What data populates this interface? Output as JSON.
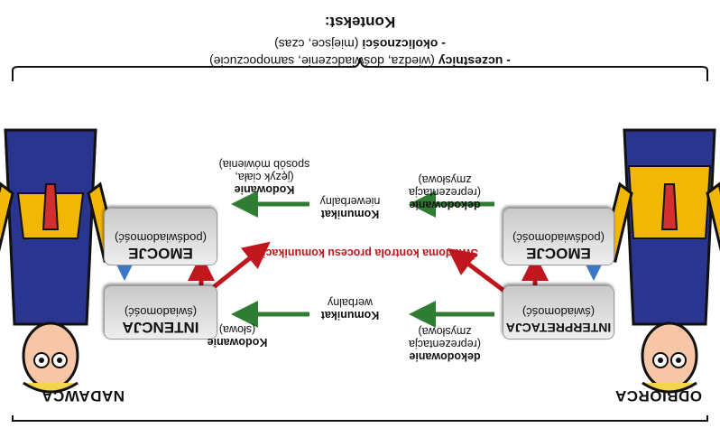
{
  "context": {
    "title": "Kontekst:",
    "circumstances_bold": "- okoliczności",
    "circumstances_rest": " (miejsce, czas)",
    "participants_bold": "- uczestnicy",
    "participants_rest": " (wiedza, doświadczenie, samopoczucie)"
  },
  "sender": {
    "label": "NADAWCA"
  },
  "receiver": {
    "label": "ODBIORCA"
  },
  "boxes": {
    "sender_emotions": {
      "title": "EMOCJE",
      "sub": "(podświadomość)"
    },
    "sender_intention": {
      "title": "INTENCJA",
      "sub": "(świadomość)"
    },
    "receiver_emotions": {
      "title": "EMOCJE",
      "sub": "(podświadomość)"
    },
    "receiver_interpretation": {
      "title": "INTERPRETACJA",
      "sub": "(świadomość)"
    }
  },
  "labels": {
    "enc_top_1": "Kodowanie",
    "enc_top_2": "(język ciała,",
    "enc_top_3": "sposób mówienia)",
    "enc_bottom_1": "Kodowanie",
    "enc_bottom_2": "(słowa)",
    "msg_top_1": "Komunikat",
    "msg_top_2": "niewerbalny",
    "msg_bottom_1": "Komunikat",
    "msg_bottom_2": "werbalny",
    "dec_top_1": "dekodowanie",
    "dec_top_2": "(reprezentacja",
    "dec_top_3": "zmysłowa)",
    "dec_bottom_1": "dekodowanie",
    "dec_bottom_2": "(reprezentacja",
    "dec_bottom_3": "zmysłowa)",
    "awareness": "Świadoma kontrola procesu komunikacji"
  },
  "colors": {
    "green_arrow": "#2e7d32",
    "red_arrow": "#c0161e",
    "blue_arrow": "#3a78c8",
    "jacket": "#f2b705",
    "suit": "#2a3590",
    "tie": "#d32f2f"
  }
}
